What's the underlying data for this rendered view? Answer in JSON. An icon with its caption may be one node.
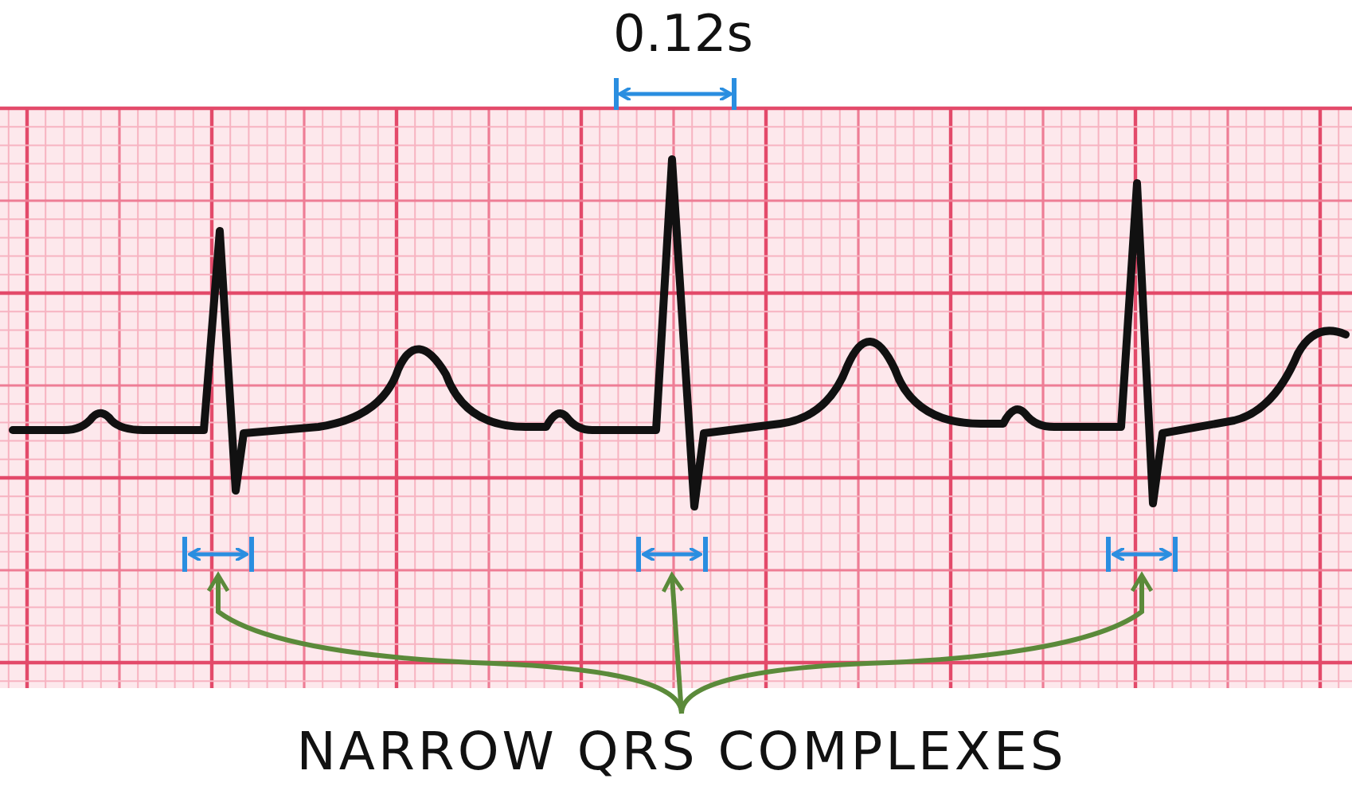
{
  "diagram": {
    "nodes": [
      {
        "text": [
          "NARROW QRS COMPLEXES"
        ]
      },
      {
        "text": [],
        "shape": "bar"
      },
      {
        "text": [],
        "shape": "bar"
      },
      {
        "text": [],
        "shape": "bar"
      }
    ],
    "edges": [
      {
        "from": 0,
        "to": 1,
        "arrow": "to"
      },
      {
        "from": 0,
        "to": 2,
        "arrow": "to"
      },
      {
        "from": 0,
        "to": 3,
        "arrow": "to"
      }
    ],
    "labels": [
      "0.12s"
    ]
  }
}
